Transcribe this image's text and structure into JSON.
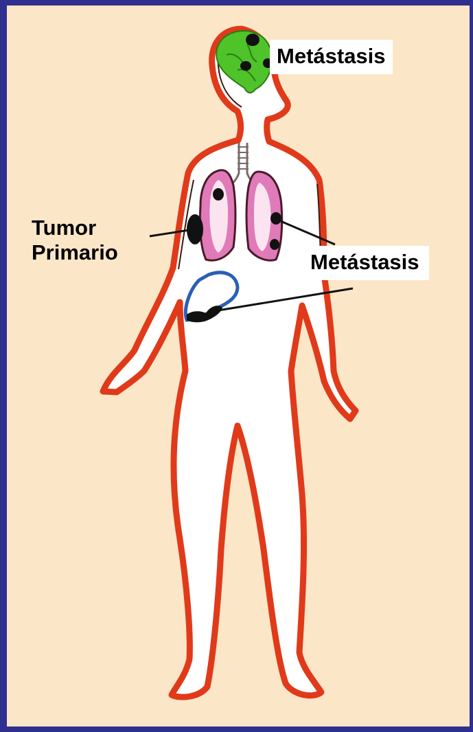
{
  "labels": {
    "brain_metastasis": "Metástasis",
    "primary_tumor_line1": "Tumor",
    "primary_tumor_line2": "Primario",
    "body_metastasis": "Metástasis"
  },
  "colors": {
    "background": "#fbe6c8",
    "border": "#2e2f8f",
    "body_outline": "#e03a1a",
    "brain": "#4fc32a",
    "lungs": "#e07ab8",
    "liver": "#2a5fb4",
    "tumor": "#111111"
  }
}
